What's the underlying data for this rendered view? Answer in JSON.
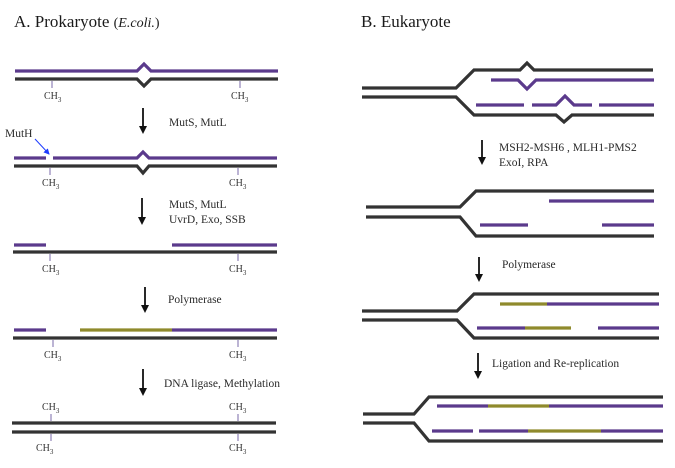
{
  "panel_a": {
    "title_main": "A. Prokaryote ",
    "title_open": "(",
    "title_italic": "E.coli.",
    "title_close": ")",
    "methyl_label": "CH",
    "methyl_sub": "3",
    "steps": [
      {
        "lines": [
          "MutS, MutL"
        ]
      },
      {
        "lines": [
          "MutS, MutL",
          "UvrD, Exo, SSB"
        ]
      },
      {
        "lines": [
          "Polymerase"
        ]
      },
      {
        "lines": [
          "DNA ligase, Methylation"
        ]
      }
    ],
    "mutH_label": "MutH"
  },
  "panel_b": {
    "title": "B. Eukaryote",
    "steps": [
      {
        "lines": [
          "MSH2-MSH6 , MLH1-PMS2",
          "ExoI, RPA"
        ]
      },
      {
        "lines": [
          "Polymerase"
        ]
      },
      {
        "lines": [
          "Ligation and Re-replication"
        ]
      }
    ]
  },
  "colors": {
    "parental_strand": "#333333",
    "daughter_strand": "#5b3a8c",
    "new_synthesis": "#8f8a2c",
    "mutH_arrow": "#1e3cff"
  }
}
